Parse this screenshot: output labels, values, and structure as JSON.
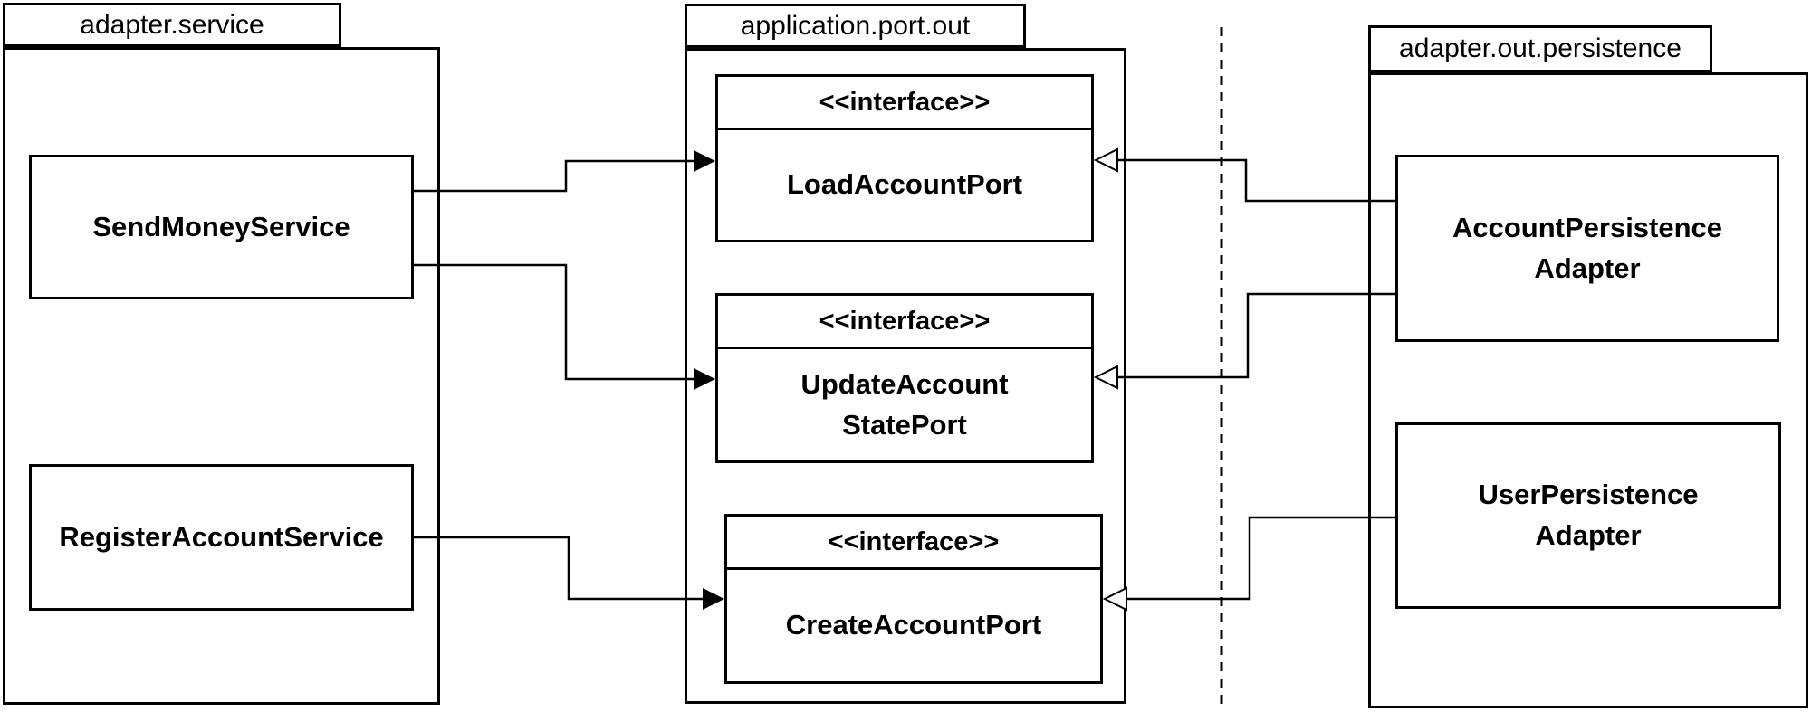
{
  "diagram": {
    "packages": [
      {
        "label": "adapter.service"
      },
      {
        "label": "application.port.out"
      },
      {
        "label": "adapter.out.persistence"
      }
    ],
    "stereotype": "<<interface>>",
    "nodes": {
      "send_money_service": "SendMoneyService",
      "register_account_service": "RegisterAccountService",
      "load_account_port": "LoadAccountPort",
      "update_account_state_port": "UpdateAccount\nStatePort",
      "create_account_port": "CreateAccountPort",
      "account_persistence_adapter": "AccountPersistence\nAdapter",
      "user_persistence_adapter": "UserPersistence\nAdapter"
    },
    "colors": {
      "line": "#000000",
      "background": "#ffffff"
    }
  }
}
